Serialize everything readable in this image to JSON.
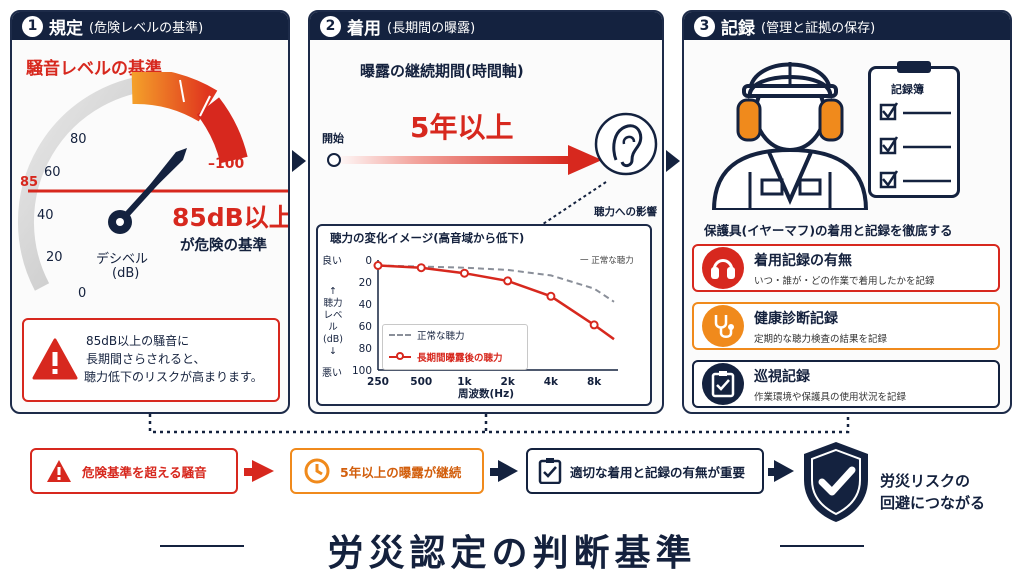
{
  "panel1": {
    "num": "1",
    "title": "規定",
    "subtitle": "(危険レベルの基準)",
    "gauge_title": "騒音レベルの基準",
    "ticks": [
      "0",
      "20",
      "40",
      "60",
      "80",
      "100"
    ],
    "threshold_label": "85",
    "big_value": "85dB以上",
    "big_sub": "が危険の基準",
    "unit_line1": "デシベル",
    "unit_line2": "(dB)",
    "warning_line1": "85dB以上の騒音に",
    "warning_line2": "長期間さらされると、",
    "warning_line3": "聴力低下のリスクが高まります。"
  },
  "panel2": {
    "num": "2",
    "title": "着用",
    "subtitle": "(長期間の曝露)",
    "timeline_title": "曝露の継続期間(時間軸)",
    "start_label": "開始",
    "duration": "5年以上",
    "ear_label": "聴力への影響",
    "chart_title": "聴力の変化イメージ(高音域から低下)",
    "ylabel": "聴力レベル(dB)",
    "ylabel_good": "良い",
    "ylabel_bad": "悪い",
    "ylabel_mid": "聴力\nレベル\n(dB)",
    "xlabel": "周波数(Hz)",
    "normal_line_label": "一 正常な聴力"
  },
  "chart_data": {
    "type": "line",
    "title": "聴力の変化イメージ(高音域から低下)",
    "xlabel": "周波数(Hz)",
    "ylabel": "聴力レベル(dB)",
    "categories": [
      "250",
      "500",
      "1k",
      "2k",
      "4k",
      "8k"
    ],
    "yticks": [
      "0",
      "20",
      "40",
      "60",
      "80",
      "100"
    ],
    "ylim": [
      0,
      100
    ],
    "y_inverted": true,
    "series": [
      {
        "name": "正常な聴力",
        "style": "dashed",
        "color": "#8a8f99",
        "x": [
          250,
          500,
          1000,
          2000,
          4000,
          8000,
          11000
        ],
        "values": [
          5,
          6,
          7,
          9,
          14,
          26,
          38
        ]
      },
      {
        "name": "長期間曝露後の聴力",
        "style": "solid",
        "color": "#d7281e",
        "x": [
          250,
          500,
          1000,
          2000,
          4000,
          8000,
          11000
        ],
        "values": [
          5,
          7,
          12,
          19,
          33,
          59,
          72
        ]
      }
    ],
    "legend": "bottom-left"
  },
  "panel3": {
    "num": "3",
    "title": "記録",
    "subtitle": "(管理と証拠の保存)",
    "clipboard_title": "記録簿",
    "caption": "保護具(イヤーマフ)の着用と記録を徹底する",
    "records": [
      {
        "title": "着用記録の有無",
        "desc": "いつ・誰が・どの作業で着用したかを記録"
      },
      {
        "title": "健康診断記録",
        "desc": "定期的な聴力検査の結果を記録"
      },
      {
        "title": "巡視記録",
        "desc": "作業環境や保護具の使用状況を記録"
      }
    ]
  },
  "flow": {
    "step1": "危険基準を超える騒音",
    "step2": "5年以上の曝露が継続",
    "step3": "適切な着用と記録の有無が重要",
    "result_line1": "労災リスクの",
    "result_line2": "回避につながる"
  },
  "footer_title": "労災認定の判断基準",
  "colors": {
    "navy": "#14223f",
    "red": "#d7281e",
    "orange": "#f08a1c"
  }
}
